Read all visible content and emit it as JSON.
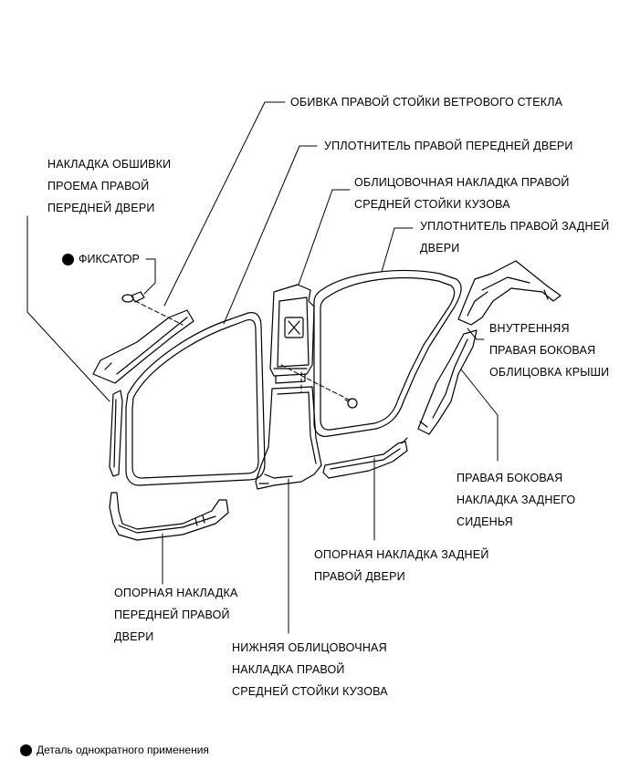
{
  "labels": {
    "windshield_pillar_garnish": "ОБИВКА ПРАВОЙ СТОЙКИ ВЕТРОВОГО СТЕКЛА",
    "front_door_weatherstrip": "УПЛОТНИТЕЛЬ ПРАВОЙ ПЕРЕДНЕЙ ДВЕРИ",
    "front_door_opening_trim": [
      "НАКЛАДКА ОБШИВКИ",
      "ПРОЕМА ПРАВОЙ",
      "ПЕРЕДНЕЙ ДВЕРИ"
    ],
    "center_pillar_upper_garnish": [
      "ОБЛИЦОВОЧНАЯ НАКЛАДКА ПРАВОЙ",
      "СРЕДНЕЙ СТОЙКИ КУЗОВА"
    ],
    "rear_door_weatherstrip": [
      "УПЛОТНИТЕЛЬ ПРАВОЙ ЗАДНЕЙ",
      "ДВЕРИ"
    ],
    "clip": "ФИКСАТОР",
    "roof_side_inner_garnish": [
      "ВНУТРЕННЯЯ",
      "ПРАВАЯ БОКОВАЯ",
      "ОБЛИЦОВКА КРЫШИ"
    ],
    "rear_seat_side_garnish": [
      "ПРАВАЯ БОКОВАЯ",
      "НАКЛАДКА ЗАДНЕГО",
      "СИДЕНЬЯ"
    ],
    "rear_door_scuff_plate": [
      "ОПОРНАЯ НАКЛАДКА ЗАДНЕЙ",
      "ПРАВОЙ ДВЕРИ"
    ],
    "front_door_scuff_plate": [
      "ОПОРНАЯ НАКЛАДКА",
      "ПЕРЕДНЕЙ ПРАВОЙ",
      "ДВЕРИ"
    ],
    "center_pillar_lower_garnish": [
      "НИЖНЯЯ ОБЛИЦОВОЧНАЯ",
      "НАКЛАДКА ПРАВОЙ",
      "СРЕДНЕЙ СТОЙКИ КУЗОВА"
    ]
  },
  "legend": {
    "icon": "filled-circle-icon",
    "text": "Деталь однократного применения"
  }
}
